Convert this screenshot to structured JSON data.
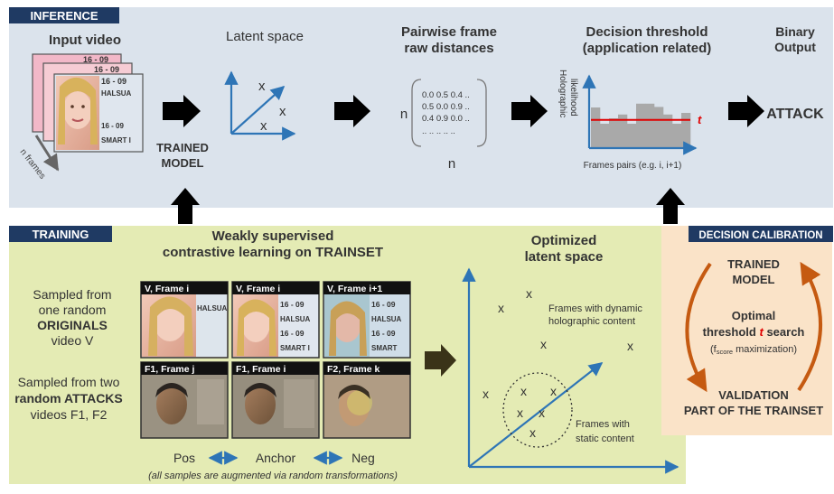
{
  "inference": {
    "section_label": "INFERENCE",
    "input_title": "Input video",
    "frame_tags": [
      "16 - 09",
      "16 - 09",
      "16 - 09"
    ],
    "frame_text": [
      "HALSUA",
      "16 - 09",
      "SMART I"
    ],
    "n_frames_label": "n frames",
    "model_label_1": "TRAINED",
    "model_label_2": "MODEL",
    "latent_title": "Latent space",
    "latent_x": "x",
    "distances_title_1": "Pairwise frame",
    "distances_title_2": "raw distances",
    "matrix_rows": [
      "0.0 0.5 0.4 ..",
      "0.5 0.0 0.9 ..",
      "0.4 0.9 0.0 ..",
      ".. .. .. .. .."
    ],
    "n_label": "n",
    "threshold_title_1": "Decision threshold",
    "threshold_title_2": "(application related)",
    "ylabel_1": "Holographic",
    "ylabel_2": "likelihood",
    "t_label": "t",
    "xlabel": "Frames pairs (e.g. i, i+1)",
    "output_title_1": "Binary",
    "output_title_2": "Output",
    "output_value": "ATTACK"
  },
  "training": {
    "section_label": "TRAINING",
    "title_1": "Weakly supervised",
    "title_2": "contrastive learning on TRAINSET",
    "originals_text": [
      "Sampled from",
      "one random",
      "ORIGINALS",
      "video V"
    ],
    "attacks_text": [
      "Sampled from two",
      "random ATTACKS",
      "videos F1, F2"
    ],
    "thumb_labels": [
      "V, Frame i",
      "V, Frame i",
      "V, Frame i+1",
      "F1, Frame j",
      "F1, Frame i",
      "F2, Frame k"
    ],
    "pos_label": "Pos",
    "anchor_label": "Anchor",
    "neg_label": "Neg",
    "augment_note": "(all samples are augmented via random transformations)",
    "opt_title_1": "Optimized",
    "opt_title_2": "latent space",
    "dynamic_label_1": "Frames with dynamic",
    "dynamic_label_2": "holographic content",
    "static_label_1": "Frames with",
    "static_label_2": "static content"
  },
  "calibration": {
    "section_label": "DECISION CALIBRATION",
    "model_1": "TRAINED",
    "model_2": "MODEL",
    "optimal": "Optimal",
    "threshold_word": "threshold",
    "t": "t",
    "search": "search",
    "paren_open": "(f",
    "fscore_sub": "score",
    "paren_close": " maximization)",
    "validation_1": "VALIDATION",
    "validation_2": "PART OF THE TRAINSET"
  },
  "chart_data": {
    "type": "bar",
    "title": "Decision threshold (application related)",
    "xlabel": "Frames pairs (e.g. i, i+1)",
    "ylabel": "Holographic likelihood",
    "values": [
      0.75,
      0.45,
      0.55,
      0.62,
      0.45,
      0.82,
      0.82,
      0.76,
      0.62,
      0.45,
      0.65
    ],
    "threshold": 0.52,
    "ylim": [
      0,
      1
    ],
    "colors": {
      "bars": "#a9a9a9",
      "threshold": "#e00000",
      "axes": "#2e75b6"
    }
  },
  "colors": {
    "inference_bg": "#dbe3ec",
    "training_bg": "#e4ebb4",
    "calibration_bg": "#fae3c8",
    "label_bg": "#1f3a63",
    "accent_blue": "#2e75b6",
    "accent_red": "#e00000",
    "arc_orange": "#c55a11"
  }
}
